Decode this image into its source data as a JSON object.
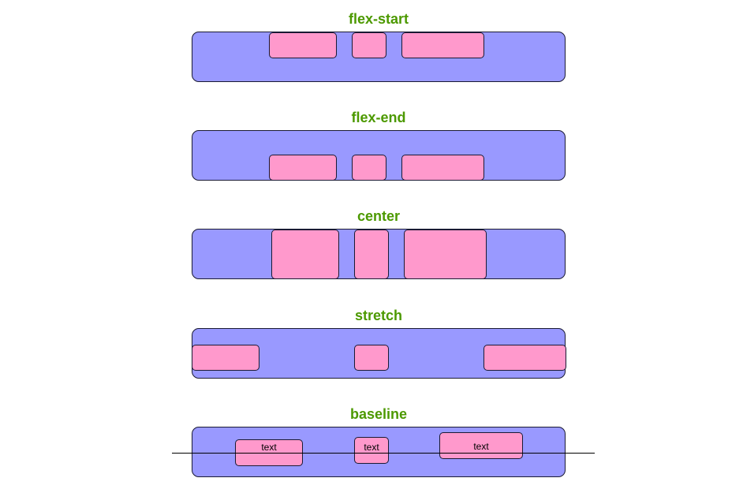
{
  "panels": [
    {
      "id": "flex-start",
      "title": "flex-start"
    },
    {
      "id": "flex-end",
      "title": "flex-end"
    },
    {
      "id": "center",
      "title": "center"
    },
    {
      "id": "stretch",
      "title": "stretch"
    },
    {
      "id": "baseline",
      "title": "baseline"
    }
  ],
  "baseline_items": [
    "text",
    "text",
    "text"
  ],
  "colors": {
    "title": "#4c9900",
    "container_fill": "#9999ff",
    "item_fill": "#ff99cc",
    "stroke": "#1a1a33"
  }
}
